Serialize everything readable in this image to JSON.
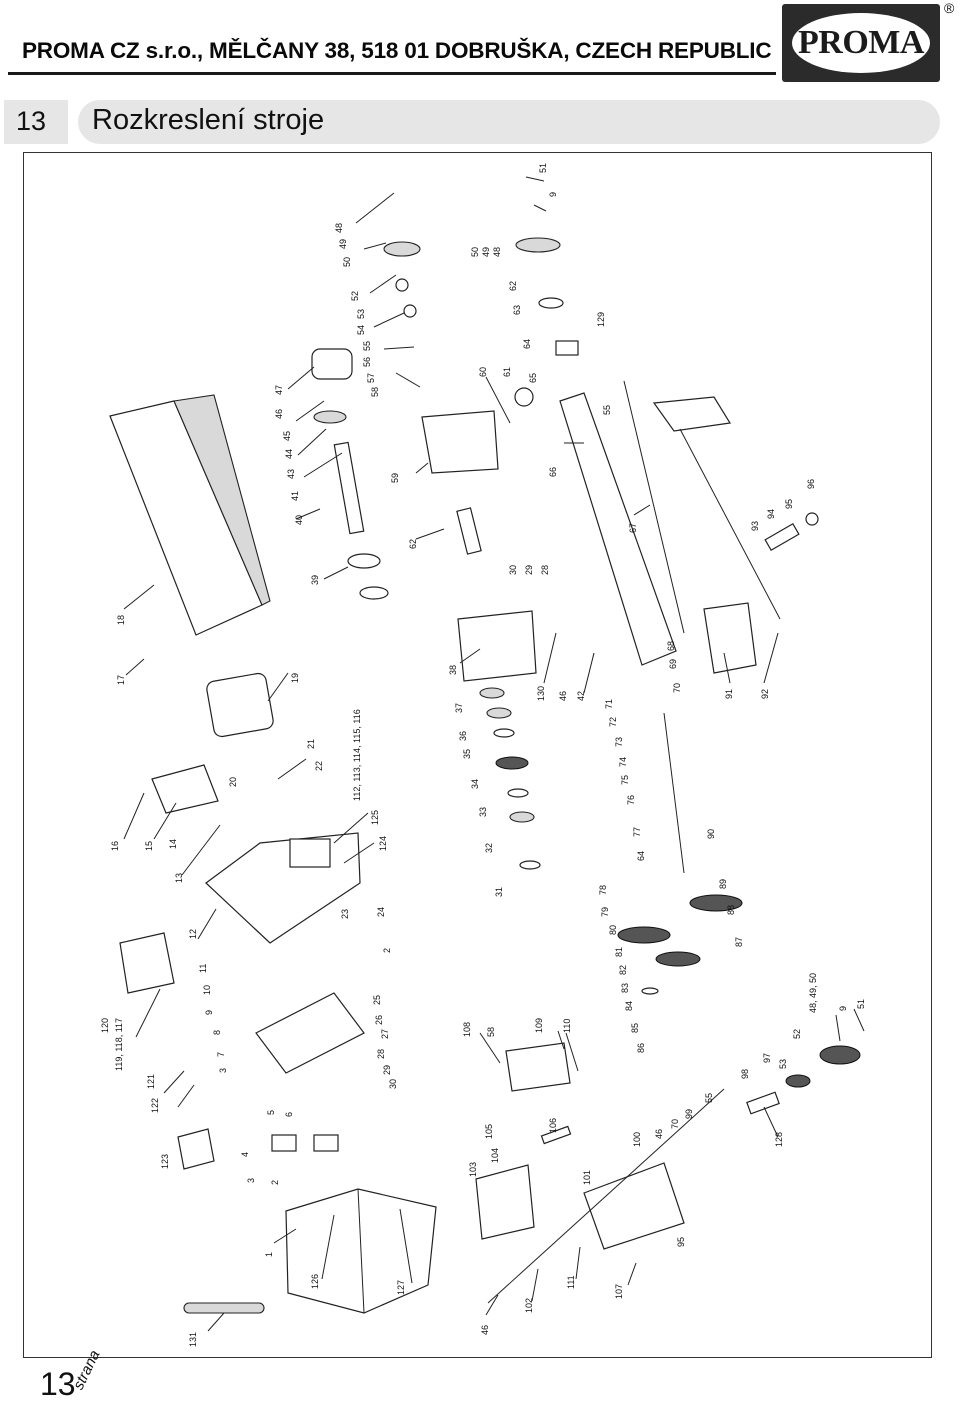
{
  "header": {
    "company_line": "PROMA CZ s.r.o., MĚLČANY 38, 518 01 DOBRUŠKA, CZECH REPUBLIC",
    "logo_text": "PROMA",
    "reg_mark": "®"
  },
  "section": {
    "number": "13",
    "title": "Rozkreslení stroje"
  },
  "footer": {
    "page_number": "13",
    "page_word": "strana"
  },
  "drawing": {
    "labels": [
      {
        "id": "l51a",
        "text": "51"
      },
      {
        "id": "l9a",
        "text": "9"
      },
      {
        "id": "l50a",
        "text": "50"
      },
      {
        "id": "l49a",
        "text": "49"
      },
      {
        "id": "l48a",
        "text": "48"
      },
      {
        "id": "l62a",
        "text": "62"
      },
      {
        "id": "l63",
        "text": "63"
      },
      {
        "id": "l129",
        "text": "129"
      },
      {
        "id": "l64a",
        "text": "64"
      },
      {
        "id": "l65",
        "text": "65"
      },
      {
        "id": "l60",
        "text": "60"
      },
      {
        "id": "l61",
        "text": "61"
      },
      {
        "id": "l55a",
        "text": "55"
      },
      {
        "id": "l66",
        "text": "66"
      },
      {
        "id": "l48b",
        "text": "48"
      },
      {
        "id": "l49b",
        "text": "49"
      },
      {
        "id": "l50b",
        "text": "50"
      },
      {
        "id": "l52",
        "text": "52"
      },
      {
        "id": "l53",
        "text": "53"
      },
      {
        "id": "l54",
        "text": "54"
      },
      {
        "id": "l55b",
        "text": "55"
      },
      {
        "id": "l56",
        "text": "56"
      },
      {
        "id": "l57",
        "text": "57"
      },
      {
        "id": "l58a",
        "text": "58"
      },
      {
        "id": "l59",
        "text": "59"
      },
      {
        "id": "l47",
        "text": "47"
      },
      {
        "id": "l46a",
        "text": "46"
      },
      {
        "id": "l45",
        "text": "45"
      },
      {
        "id": "l44",
        "text": "44"
      },
      {
        "id": "l43",
        "text": "43"
      },
      {
        "id": "l41",
        "text": "41"
      },
      {
        "id": "l40",
        "text": "40"
      },
      {
        "id": "l62b",
        "text": "62"
      },
      {
        "id": "l39",
        "text": "39"
      },
      {
        "id": "l18",
        "text": "18"
      },
      {
        "id": "l17",
        "text": "17"
      },
      {
        "id": "l96",
        "text": "96"
      },
      {
        "id": "l95",
        "text": "95"
      },
      {
        "id": "l94",
        "text": "94"
      },
      {
        "id": "l93",
        "text": "93"
      },
      {
        "id": "l67",
        "text": "67"
      },
      {
        "id": "l30a",
        "text": "30"
      },
      {
        "id": "l29a",
        "text": "29"
      },
      {
        "id": "l28a",
        "text": "28"
      },
      {
        "id": "l38",
        "text": "38"
      },
      {
        "id": "l19",
        "text": "19"
      },
      {
        "id": "l68",
        "text": "68"
      },
      {
        "id": "l69",
        "text": "69"
      },
      {
        "id": "l70a",
        "text": "70"
      },
      {
        "id": "l91",
        "text": "91"
      },
      {
        "id": "l92",
        "text": "92"
      },
      {
        "id": "l130",
        "text": "130"
      },
      {
        "id": "l46b",
        "text": "46"
      },
      {
        "id": "l42",
        "text": "42"
      },
      {
        "id": "l37",
        "text": "37"
      },
      {
        "id": "l36",
        "text": "36"
      },
      {
        "id": "l35",
        "text": "35"
      },
      {
        "id": "l112",
        "text": "112, 113, 114, 115, 116"
      },
      {
        "id": "l71",
        "text": "71"
      },
      {
        "id": "l72",
        "text": "72"
      },
      {
        "id": "l73",
        "text": "73"
      },
      {
        "id": "l74",
        "text": "74"
      },
      {
        "id": "l75",
        "text": "75"
      },
      {
        "id": "l76",
        "text": "76"
      },
      {
        "id": "l21",
        "text": "21"
      },
      {
        "id": "l22",
        "text": "22"
      },
      {
        "id": "l20",
        "text": "20"
      },
      {
        "id": "l34",
        "text": "34"
      },
      {
        "id": "l33",
        "text": "33"
      },
      {
        "id": "l77",
        "text": "77"
      },
      {
        "id": "l16",
        "text": "16"
      },
      {
        "id": "l15",
        "text": "15"
      },
      {
        "id": "l14",
        "text": "14"
      },
      {
        "id": "l125",
        "text": "125"
      },
      {
        "id": "l124",
        "text": "124"
      },
      {
        "id": "l32",
        "text": "32"
      },
      {
        "id": "l90",
        "text": "90"
      },
      {
        "id": "l64b",
        "text": "64"
      },
      {
        "id": "l13",
        "text": "13"
      },
      {
        "id": "l31",
        "text": "31"
      },
      {
        "id": "l78",
        "text": "78"
      },
      {
        "id": "l79",
        "text": "79"
      },
      {
        "id": "l89",
        "text": "89"
      },
      {
        "id": "l12",
        "text": "12"
      },
      {
        "id": "l23",
        "text": "23"
      },
      {
        "id": "l24",
        "text": "24"
      },
      {
        "id": "l80",
        "text": "80"
      },
      {
        "id": "l88",
        "text": "88"
      },
      {
        "id": "l87",
        "text": "87"
      },
      {
        "id": "l81",
        "text": "81"
      },
      {
        "id": "l82",
        "text": "82"
      },
      {
        "id": "l2a",
        "text": "2"
      },
      {
        "id": "l11",
        "text": "11"
      },
      {
        "id": "l10",
        "text": "10"
      },
      {
        "id": "l83",
        "text": "83"
      },
      {
        "id": "l84",
        "text": "84"
      },
      {
        "id": "l9b",
        "text": "9"
      },
      {
        "id": "l25",
        "text": "25"
      },
      {
        "id": "l26",
        "text": "26"
      },
      {
        "id": "l85",
        "text": "85"
      },
      {
        "id": "l120",
        "text": "120"
      },
      {
        "id": "l119",
        "text": "119, 118, 117"
      },
      {
        "id": "l8",
        "text": "8"
      },
      {
        "id": "l27",
        "text": "27"
      },
      {
        "id": "l108",
        "text": "108"
      },
      {
        "id": "l58b",
        "text": "58"
      },
      {
        "id": "l109",
        "text": "109"
      },
      {
        "id": "l110",
        "text": "110"
      },
      {
        "id": "l86",
        "text": "86"
      },
      {
        "id": "l7",
        "text": "7"
      },
      {
        "id": "l28b",
        "text": "28"
      },
      {
        "id": "l29b",
        "text": "29"
      },
      {
        "id": "l30b",
        "text": "30"
      },
      {
        "id": "l3a",
        "text": "3"
      },
      {
        "id": "l121",
        "text": "121"
      },
      {
        "id": "l122",
        "text": "122"
      },
      {
        "id": "l51b",
        "text": "51"
      },
      {
        "id": "l9c",
        "text": "9"
      },
      {
        "id": "l48c",
        "text": "48, 49, 50"
      },
      {
        "id": "l52b",
        "text": "52"
      },
      {
        "id": "l53",
        "text": "53"
      },
      {
        "id": "l97",
        "text": "97"
      },
      {
        "id": "l98",
        "text": "98"
      },
      {
        "id": "l5",
        "text": "5"
      },
      {
        "id": "l6",
        "text": "6"
      },
      {
        "id": "l55c",
        "text": "55"
      },
      {
        "id": "l99",
        "text": "99"
      },
      {
        "id": "l70b",
        "text": "70"
      },
      {
        "id": "l46c",
        "text": "46"
      },
      {
        "id": "l100",
        "text": "100"
      },
      {
        "id": "l105",
        "text": "105"
      },
      {
        "id": "l106",
        "text": "106"
      },
      {
        "id": "l104",
        "text": "104"
      },
      {
        "id": "l4",
        "text": "4"
      },
      {
        "id": "l128",
        "text": "128"
      },
      {
        "id": "l123",
        "text": "123"
      },
      {
        "id": "l3b",
        "text": "3"
      },
      {
        "id": "l2b",
        "text": "2"
      },
      {
        "id": "l103",
        "text": "103"
      },
      {
        "id": "l101",
        "text": "101"
      },
      {
        "id": "l1",
        "text": "1"
      },
      {
        "id": "l95b",
        "text": "95"
      },
      {
        "id": "l126",
        "text": "126"
      },
      {
        "id": "l127",
        "text": "127"
      },
      {
        "id": "l111",
        "text": "111"
      },
      {
        "id": "l107",
        "text": "107"
      },
      {
        "id": "l102",
        "text": "102"
      },
      {
        "id": "l46d",
        "text": "46"
      },
      {
        "id": "l131",
        "text": "131"
      }
    ]
  }
}
